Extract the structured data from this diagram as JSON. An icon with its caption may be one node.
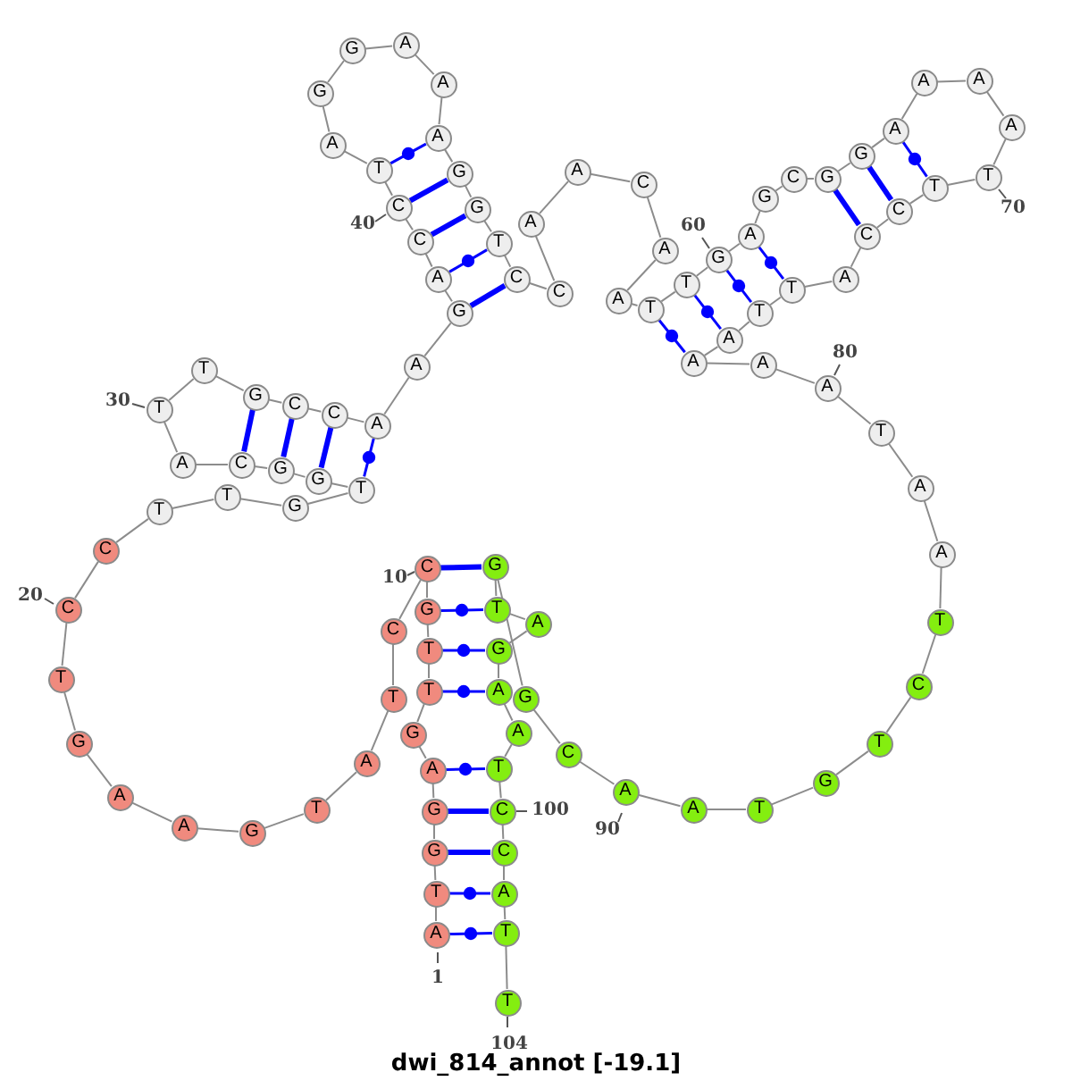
{
  "diagram": {
    "title": "dwi_814_annot [-19.1]",
    "nodes": [
      {
        "text": [
          "A"
        ],
        "beside": [
          "1"
        ]
      },
      {
        "text": [
          "T"
        ]
      },
      {
        "text": [
          "G"
        ]
      },
      {
        "text": [
          "G"
        ]
      },
      {
        "text": [
          "A"
        ]
      },
      {
        "text": [
          "G"
        ]
      },
      {
        "text": [
          "T"
        ]
      },
      {
        "text": [
          "T"
        ]
      },
      {
        "text": [
          "G"
        ]
      },
      {
        "text": [
          "C"
        ],
        "beside": [
          "10"
        ]
      },
      {
        "text": [
          "C"
        ]
      },
      {
        "text": [
          "T"
        ]
      },
      {
        "text": [
          "A"
        ]
      },
      {
        "text": [
          "T"
        ]
      },
      {
        "text": [
          "G"
        ]
      },
      {
        "text": [
          "A"
        ]
      },
      {
        "text": [
          "A"
        ]
      },
      {
        "text": [
          "G"
        ]
      },
      {
        "text": [
          "T"
        ]
      },
      {
        "text": [
          "C"
        ],
        "beside": [
          "20"
        ]
      },
      {
        "text": [
          "C"
        ]
      },
      {
        "text": [
          "T"
        ]
      },
      {
        "text": [
          "T"
        ]
      },
      {
        "text": [
          "G"
        ]
      },
      {
        "text": [
          "T"
        ]
      },
      {
        "text": [
          "G"
        ]
      },
      {
        "text": [
          "G"
        ]
      },
      {
        "text": [
          "C"
        ]
      },
      {
        "text": [
          "A"
        ]
      },
      {
        "text": [
          "T"
        ],
        "beside": [
          "30"
        ]
      },
      {
        "text": [
          "T"
        ]
      },
      {
        "text": [
          "G"
        ]
      },
      {
        "text": [
          "C"
        ]
      },
      {
        "text": [
          "C"
        ]
      },
      {
        "text": [
          "A"
        ]
      },
      {
        "text": [
          "A"
        ]
      },
      {
        "text": [
          "G"
        ]
      },
      {
        "text": [
          "A"
        ]
      },
      {
        "text": [
          "C"
        ]
      },
      {
        "text": [
          "C"
        ],
        "beside": [
          "40"
        ]
      },
      {
        "text": [
          "T"
        ]
      },
      {
        "text": [
          "A"
        ]
      },
      {
        "text": [
          "G"
        ]
      },
      {
        "text": [
          "G"
        ]
      },
      {
        "text": [
          "A"
        ]
      },
      {
        "text": [
          "A"
        ]
      },
      {
        "text": [
          "A"
        ]
      },
      {
        "text": [
          "G"
        ]
      },
      {
        "text": [
          "G"
        ]
      },
      {
        "text": [
          "T"
        ]
      },
      {
        "text": [
          "C"
        ]
      },
      {
        "text": [
          "C"
        ]
      },
      {
        "text": [
          "A"
        ]
      },
      {
        "text": [
          "A"
        ]
      },
      {
        "text": [
          "C"
        ]
      },
      {
        "text": [
          "A"
        ]
      },
      {
        "text": [
          "A"
        ]
      },
      {
        "text": [
          "T"
        ]
      },
      {
        "text": [
          "T"
        ]
      },
      {
        "text": [
          "G"
        ],
        "beside": [
          "60"
        ]
      },
      {
        "text": [
          "A"
        ]
      },
      {
        "text": [
          "G"
        ]
      },
      {
        "text": [
          "C"
        ]
      },
      {
        "text": [
          "G"
        ]
      },
      {
        "text": [
          "G"
        ]
      },
      {
        "text": [
          "A"
        ]
      },
      {
        "text": [
          "A"
        ]
      },
      {
        "text": [
          "A"
        ]
      },
      {
        "text": [
          "A"
        ]
      },
      {
        "text": [
          "T"
        ],
        "beside": [
          "70"
        ]
      },
      {
        "text": [
          "T"
        ]
      },
      {
        "text": [
          "C"
        ]
      },
      {
        "text": [
          "C"
        ]
      },
      {
        "text": [
          "A"
        ]
      },
      {
        "text": [
          "T"
        ]
      },
      {
        "text": [
          "T"
        ]
      },
      {
        "text": [
          "A"
        ]
      },
      {
        "text": [
          "A"
        ]
      },
      {
        "text": [
          "A"
        ]
      },
      {
        "text": [
          "A"
        ],
        "beside": [
          "80"
        ]
      },
      {
        "text": [
          "T"
        ]
      },
      {
        "text": [
          "A"
        ]
      },
      {
        "text": [
          "A"
        ]
      },
      {
        "text": [
          "T"
        ]
      },
      {
        "text": [
          "C"
        ]
      },
      {
        "text": [
          "T"
        ]
      },
      {
        "text": [
          "G"
        ]
      },
      {
        "text": [
          "T"
        ]
      },
      {
        "text": [
          "A"
        ]
      },
      {
        "text": [
          "A"
        ],
        "beside": [
          "90"
        ]
      },
      {
        "text": [
          "C"
        ]
      },
      {
        "text": [
          "G"
        ]
      },
      {
        "text": [
          "G"
        ]
      },
      {
        "text": [
          "T"
        ]
      },
      {
        "text": [
          "A"
        ]
      },
      {
        "text": [
          "G"
        ]
      },
      {
        "text": [
          "A"
        ]
      },
      {
        "text": [
          "A"
        ]
      },
      {
        "text": [
          "T"
        ]
      },
      {
        "text": [
          "C"
        ],
        "beside": [
          "100"
        ]
      },
      {
        "text": [
          "C"
        ]
      },
      {
        "text": [
          "A"
        ]
      },
      {
        "text": [
          "T"
        ]
      },
      {
        "text": [
          "T"
        ],
        "beside": [
          "104"
        ]
      }
    ],
    "edges": [
      {
        "from": 0,
        "to": 1,
        "arrow": "none"
      },
      {
        "from": 1,
        "to": 2,
        "arrow": "none"
      },
      {
        "from": 2,
        "to": 3,
        "arrow": "none"
      },
      {
        "from": 3,
        "to": 4,
        "arrow": "none"
      },
      {
        "from": 4,
        "to": 5,
        "arrow": "none"
      },
      {
        "from": 5,
        "to": 6,
        "arrow": "none"
      },
      {
        "from": 6,
        "to": 7,
        "arrow": "none"
      },
      {
        "from": 7,
        "to": 8,
        "arrow": "none"
      },
      {
        "from": 8,
        "to": 9,
        "arrow": "none"
      },
      {
        "from": 9,
        "to": 10,
        "arrow": "none"
      },
      {
        "from": 10,
        "to": 11,
        "arrow": "none"
      },
      {
        "from": 11,
        "to": 12,
        "arrow": "none"
      },
      {
        "from": 12,
        "to": 13,
        "arrow": "none"
      },
      {
        "from": 13,
        "to": 14,
        "arrow": "none"
      },
      {
        "from": 14,
        "to": 15,
        "arrow": "none"
      },
      {
        "from": 15,
        "to": 16,
        "arrow": "none"
      },
      {
        "from": 16,
        "to": 17,
        "arrow": "none"
      },
      {
        "from": 17,
        "to": 18,
        "arrow": "none"
      },
      {
        "from": 18,
        "to": 19,
        "arrow": "none"
      },
      {
        "from": 19,
        "to": 20,
        "arrow": "none"
      },
      {
        "from": 20,
        "to": 21,
        "arrow": "none"
      },
      {
        "from": 21,
        "to": 22,
        "arrow": "none"
      },
      {
        "from": 22,
        "to": 23,
        "arrow": "none"
      },
      {
        "from": 23,
        "to": 24,
        "arrow": "none"
      },
      {
        "from": 24,
        "to": 25,
        "arrow": "none"
      },
      {
        "from": 25,
        "to": 26,
        "arrow": "none"
      },
      {
        "from": 26,
        "to": 27,
        "arrow": "none"
      },
      {
        "from": 27,
        "to": 28,
        "arrow": "none"
      },
      {
        "from": 28,
        "to": 29,
        "arrow": "none"
      },
      {
        "from": 29,
        "to": 30,
        "arrow": "none"
      },
      {
        "from": 30,
        "to": 31,
        "arrow": "none"
      },
      {
        "from": 31,
        "to": 32,
        "arrow": "none"
      },
      {
        "from": 32,
        "to": 33,
        "arrow": "none"
      },
      {
        "from": 33,
        "to": 34,
        "arrow": "none"
      },
      {
        "from": 34,
        "to": 35,
        "arrow": "none"
      },
      {
        "from": 35,
        "to": 36,
        "arrow": "none"
      },
      {
        "from": 36,
        "to": 37,
        "arrow": "none"
      },
      {
        "from": 37,
        "to": 38,
        "arrow": "none"
      },
      {
        "from": 38,
        "to": 39,
        "arrow": "none"
      },
      {
        "from": 39,
        "to": 40,
        "arrow": "none"
      },
      {
        "from": 40,
        "to": 41,
        "arrow": "none"
      },
      {
        "from": 41,
        "to": 42,
        "arrow": "none"
      },
      {
        "from": 42,
        "to": 43,
        "arrow": "none"
      },
      {
        "from": 43,
        "to": 44,
        "arrow": "none"
      },
      {
        "from": 44,
        "to": 45,
        "arrow": "none"
      },
      {
        "from": 45,
        "to": 46,
        "arrow": "none"
      },
      {
        "from": 46,
        "to": 47,
        "arrow": "none"
      },
      {
        "from": 47,
        "to": 48,
        "arrow": "none"
      },
      {
        "from": 48,
        "to": 49,
        "arrow": "none"
      },
      {
        "from": 49,
        "to": 50,
        "arrow": "none"
      },
      {
        "from": 50,
        "to": 51,
        "arrow": "none"
      },
      {
        "from": 51,
        "to": 52,
        "arrow": "none"
      },
      {
        "from": 52,
        "to": 53,
        "arrow": "none"
      },
      {
        "from": 53,
        "to": 54,
        "arrow": "none"
      },
      {
        "from": 54,
        "to": 55,
        "arrow": "none"
      },
      {
        "from": 55,
        "to": 56,
        "arrow": "none"
      },
      {
        "from": 56,
        "to": 57,
        "arrow": "none"
      },
      {
        "from": 57,
        "to": 58,
        "arrow": "none"
      },
      {
        "from": 58,
        "to": 59,
        "arrow": "none"
      },
      {
        "from": 59,
        "to": 60,
        "arrow": "none"
      },
      {
        "from": 60,
        "to": 61,
        "arrow": "none"
      },
      {
        "from": 61,
        "to": 62,
        "arrow": "none"
      },
      {
        "from": 62,
        "to": 63,
        "arrow": "none"
      },
      {
        "from": 63,
        "to": 64,
        "arrow": "none"
      },
      {
        "from": 64,
        "to": 65,
        "arrow": "none"
      },
      {
        "from": 65,
        "to": 66,
        "arrow": "none"
      },
      {
        "from": 66,
        "to": 67,
        "arrow": "none"
      },
      {
        "from": 67,
        "to": 68,
        "arrow": "none"
      },
      {
        "from": 68,
        "to": 69,
        "arrow": "none"
      },
      {
        "from": 69,
        "to": 70,
        "arrow": "none"
      },
      {
        "from": 70,
        "to": 71,
        "arrow": "none"
      },
      {
        "from": 71,
        "to": 72,
        "arrow": "none"
      },
      {
        "from": 72,
        "to": 73,
        "arrow": "none"
      },
      {
        "from": 73,
        "to": 74,
        "arrow": "none"
      },
      {
        "from": 74,
        "to": 75,
        "arrow": "none"
      },
      {
        "from": 75,
        "to": 76,
        "arrow": "none"
      },
      {
        "from": 76,
        "to": 77,
        "arrow": "none"
      },
      {
        "from": 77,
        "to": 78,
        "arrow": "none"
      },
      {
        "from": 78,
        "to": 79,
        "arrow": "none"
      },
      {
        "from": 79,
        "to": 80,
        "arrow": "none"
      },
      {
        "from": 80,
        "to": 81,
        "arrow": "none"
      },
      {
        "from": 81,
        "to": 82,
        "arrow": "none"
      },
      {
        "from": 82,
        "to": 83,
        "arrow": "none"
      },
      {
        "from": 83,
        "to": 84,
        "arrow": "none"
      },
      {
        "from": 84,
        "to": 85,
        "arrow": "none"
      },
      {
        "from": 85,
        "to": 86,
        "arrow": "none"
      },
      {
        "from": 86,
        "to": 87,
        "arrow": "none"
      },
      {
        "from": 87,
        "to": 88,
        "arrow": "none"
      },
      {
        "from": 88,
        "to": 89,
        "arrow": "none"
      },
      {
        "from": 89,
        "to": 90,
        "arrow": "none"
      },
      {
        "from": 90,
        "to": 91,
        "arrow": "none"
      },
      {
        "from": 91,
        "to": 92,
        "arrow": "none"
      },
      {
        "from": 92,
        "to": 93,
        "arrow": "none"
      },
      {
        "from": 93,
        "to": 94,
        "arrow": "none"
      },
      {
        "from": 94,
        "to": 95,
        "arrow": "none"
      },
      {
        "from": 95,
        "to": 96,
        "arrow": "none"
      },
      {
        "from": 96,
        "to": 97,
        "arrow": "none"
      },
      {
        "from": 97,
        "to": 98,
        "arrow": "none"
      },
      {
        "from": 98,
        "to": 99,
        "arrow": "none"
      },
      {
        "from": 99,
        "to": 100,
        "arrow": "none"
      },
      {
        "from": 100,
        "to": 101,
        "arrow": "none"
      },
      {
        "from": 101,
        "to": 102,
        "arrow": "none"
      },
      {
        "from": 102,
        "to": 103,
        "arrow": "none"
      },
      {
        "from": 0,
        "to": 102,
        "arrow": "none",
        "color": "#0000ff"
      },
      {
        "from": 1,
        "to": 101,
        "arrow": "none",
        "color": "#0000ff"
      },
      {
        "from": 2,
        "to": 100,
        "arrow": "none",
        "color": "#0000ff",
        "style": "thick"
      },
      {
        "from": 3,
        "to": 99,
        "arrow": "none",
        "color": "#0000ff",
        "style": "thick"
      },
      {
        "from": 4,
        "to": 98,
        "arrow": "none",
        "color": "#0000ff"
      },
      {
        "from": 6,
        "to": 96,
        "arrow": "none",
        "color": "#0000ff"
      },
      {
        "from": 7,
        "to": 95,
        "arrow": "none",
        "color": "#0000ff"
      },
      {
        "from": 8,
        "to": 93,
        "arrow": "none",
        "color": "#0000ff"
      },
      {
        "from": 9,
        "to": 92,
        "arrow": "none",
        "color": "#0000ff",
        "style": "thick"
      },
      {
        "from": 24,
        "to": 34,
        "arrow": "none",
        "color": "#0000ff"
      },
      {
        "from": 25,
        "to": 33,
        "arrow": "none",
        "color": "#0000ff",
        "style": "thick"
      },
      {
        "from": 26,
        "to": 32,
        "arrow": "none",
        "color": "#0000ff",
        "style": "thick"
      },
      {
        "from": 27,
        "to": 31,
        "arrow": "none",
        "color": "#0000ff",
        "style": "thick"
      },
      {
        "from": 36,
        "to": 50,
        "arrow": "none",
        "color": "#0000ff",
        "style": "thick"
      },
      {
        "from": 37,
        "to": 49,
        "arrow": "none",
        "color": "#0000ff"
      },
      {
        "from": 38,
        "to": 48,
        "arrow": "none",
        "color": "#0000ff",
        "style": "thick"
      },
      {
        "from": 39,
        "to": 47,
        "arrow": "none",
        "color": "#0000ff",
        "style": "thick"
      },
      {
        "from": 40,
        "to": 46,
        "arrow": "none",
        "color": "#0000ff"
      },
      {
        "from": 57,
        "to": 77,
        "arrow": "none",
        "color": "#0000ff"
      },
      {
        "from": 58,
        "to": 76,
        "arrow": "none",
        "color": "#0000ff"
      },
      {
        "from": 59,
        "to": 75,
        "arrow": "none",
        "color": "#0000ff"
      },
      {
        "from": 60,
        "to": 74,
        "arrow": "none",
        "color": "#0000ff"
      },
      {
        "from": 63,
        "to": 72,
        "arrow": "none",
        "color": "#0000ff",
        "style": "thick"
      },
      {
        "from": 64,
        "to": 71,
        "arrow": "none",
        "color": "#0000ff",
        "style": "thick"
      },
      {
        "from": 65,
        "to": 70,
        "arrow": "none",
        "color": "#0000ff"
      }
    ]
  }
}
